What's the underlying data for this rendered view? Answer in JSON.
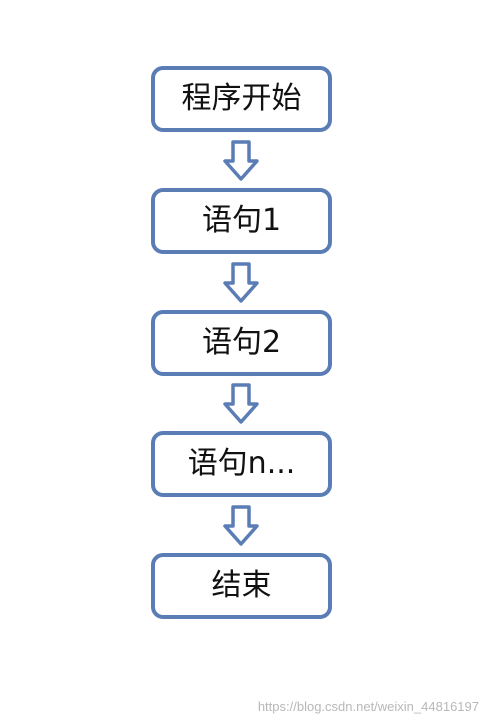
{
  "flowchart": {
    "steps": [
      {
        "label": "程序开始"
      },
      {
        "label": "语句1"
      },
      {
        "label": "语句2"
      },
      {
        "label": "语句n..."
      },
      {
        "label": "结束"
      }
    ],
    "colors": {
      "box_border": "#5b7db5",
      "arrow_fill": "#ffffff",
      "arrow_stroke": "#5b7db5"
    }
  },
  "watermark": "https://blog.csdn.net/weixin_44816197"
}
